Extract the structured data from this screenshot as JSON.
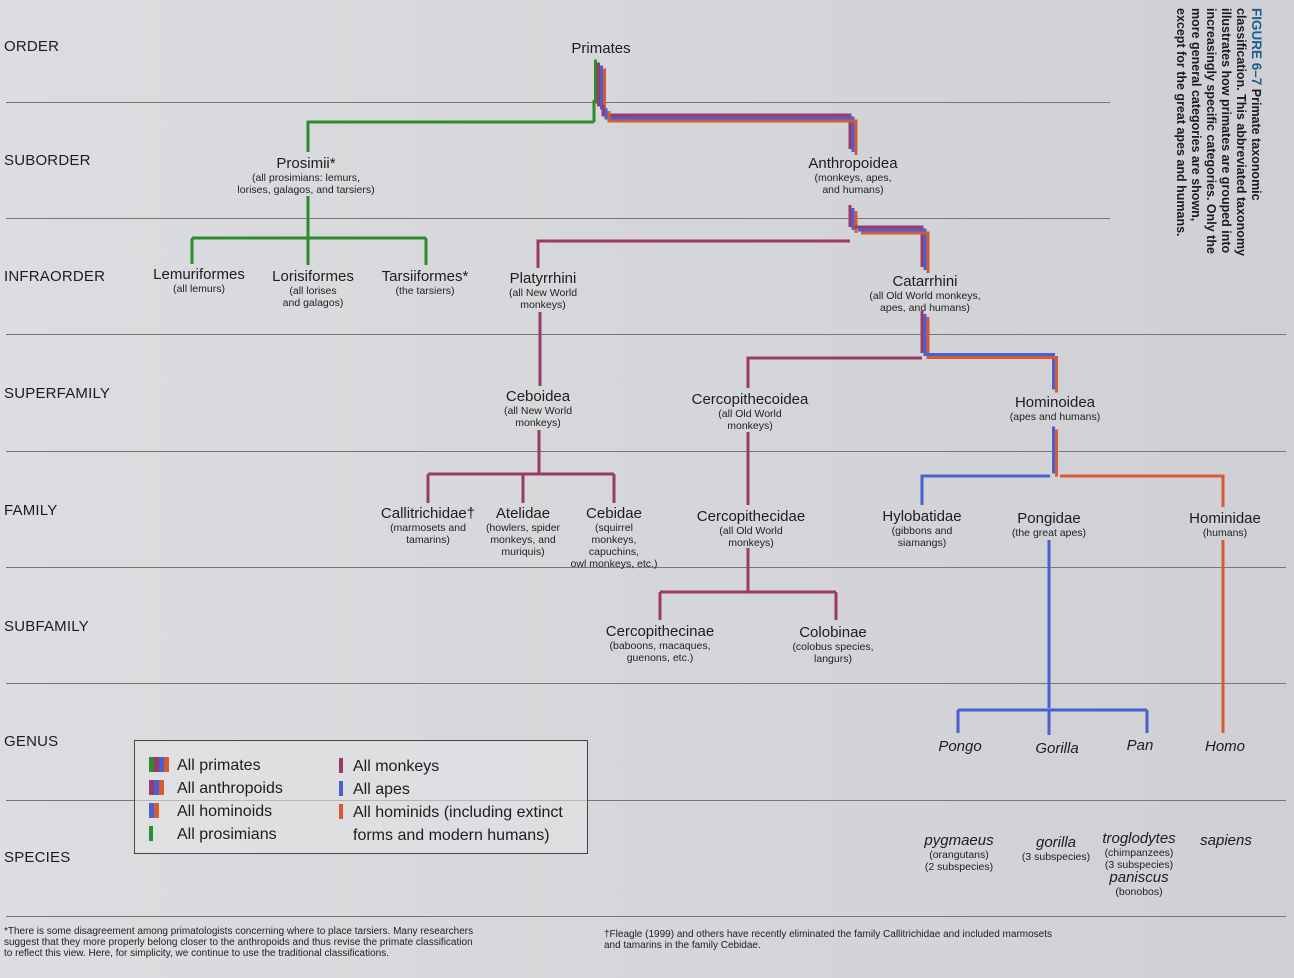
{
  "figure": {
    "label": "FIGURE 6–7",
    "caption": "Primate taxonomic classification. This abbreviated taxonomy illustrates how primates are grouped into increasingly specific categories. Only the more general categories are shown, except for the great apes and humans."
  },
  "ranks": [
    "ORDER",
    "SUBORDER",
    "INFRAORDER",
    "SUPERFAMILY",
    "FAMILY",
    "SUBFAMILY",
    "GENUS",
    "SPECIES"
  ],
  "colors": {
    "green": "#2e8b2e",
    "purple": "#9b3a6a",
    "blue": "#4a5fd0",
    "orange": "#d85a32",
    "rule": "#777777"
  },
  "taxa": {
    "primates": {
      "name": "Primates"
    },
    "prosimii": {
      "name": "Prosimii*",
      "desc": [
        "(all prosimians: lemurs,",
        "lorises, galagos, and tarsiers)"
      ]
    },
    "anthropoidea": {
      "name": "Anthropoidea",
      "desc": [
        "(monkeys, apes,",
        "and humans)"
      ]
    },
    "lemuriformes": {
      "name": "Lemuriformes",
      "desc": [
        "(all lemurs)"
      ]
    },
    "lorisiformes": {
      "name": "Lorisiformes",
      "desc": [
        "(all lorises",
        "and galagos)"
      ]
    },
    "tarsiiformes": {
      "name": "Tarsiiformes*",
      "desc": [
        "(the tarsiers)"
      ]
    },
    "platyrrhini": {
      "name": "Platyrrhini",
      "desc": [
        "(all New World",
        "monkeys)"
      ]
    },
    "catarrhini": {
      "name": "Catarrhini",
      "desc": [
        "(all Old World monkeys,",
        "apes, and humans)"
      ]
    },
    "ceboidea": {
      "name": "Ceboidea",
      "desc": [
        "(all New World",
        "monkeys)"
      ]
    },
    "cercopithecoidea": {
      "name": "Cercopithecoidea",
      "desc": [
        "(all Old World",
        "monkeys)"
      ]
    },
    "hominoidea": {
      "name": "Hominoidea",
      "desc": [
        "(apes and humans)"
      ]
    },
    "callitrichidae": {
      "name": "Callitrichidae†",
      "desc": [
        "(marmosets and",
        "tamarins)"
      ]
    },
    "atelidae": {
      "name": "Atelidae",
      "desc": [
        "(howlers, spider",
        "monkeys, and",
        "muriquis)"
      ]
    },
    "cebidae": {
      "name": "Cebidae",
      "desc": [
        "(squirrel",
        "monkeys,",
        "capuchins,",
        "owl monkeys, etc.)"
      ]
    },
    "cercopithecidae": {
      "name": "Cercopithecidae",
      "desc": [
        "(all Old World",
        "monkeys)"
      ]
    },
    "hylobatidae": {
      "name": "Hylobatidae",
      "desc": [
        "(gibbons and",
        "siamangs)"
      ]
    },
    "pongidae": {
      "name": "Pongidae",
      "desc": [
        "(the great apes)"
      ]
    },
    "hominidae": {
      "name": "Hominidae",
      "desc": [
        "(humans)"
      ]
    },
    "cercopithecinae": {
      "name": "Cercopithecinae",
      "desc": [
        "(baboons, macaques,",
        "guenons, etc.)"
      ]
    },
    "colobinae": {
      "name": "Colobinae",
      "desc": [
        "(colobus species,",
        "langurs)"
      ]
    },
    "pongo": {
      "name": "Pongo"
    },
    "gorilla_g": {
      "name": "Gorilla"
    },
    "pan": {
      "name": "Pan"
    },
    "homo": {
      "name": "Homo"
    },
    "pygmaeus": {
      "name": "pygmaeus",
      "desc": [
        "(orangutans)",
        "(2 subspecies)"
      ]
    },
    "gorilla_s": {
      "name": "gorilla",
      "desc": [
        "(3 subspecies)"
      ]
    },
    "troglodytes": {
      "name": "troglodytes",
      "desc": [
        "(chimpanzees)",
        "(3 subspecies)"
      ]
    },
    "paniscus": {
      "name": "paniscus",
      "desc": [
        "(bonobos)"
      ]
    },
    "sapiens": {
      "name": "sapiens"
    }
  },
  "legend": [
    {
      "key": "all-primates",
      "label": "All primates",
      "colors": [
        "#2e8b2e",
        "#9b3a6a",
        "#4a5fd0",
        "#d85a32"
      ]
    },
    {
      "key": "all-anthropoids",
      "label": "All anthropoids",
      "colors": [
        "#9b3a6a",
        "#4a5fd0",
        "#d85a32"
      ]
    },
    {
      "key": "all-hominoids",
      "label": "All hominoids",
      "colors": [
        "#4a5fd0",
        "#d85a32"
      ]
    },
    {
      "key": "all-prosimians",
      "label": "All prosimians",
      "colors": [
        "#2e8b2e"
      ]
    },
    {
      "key": "all-monkeys",
      "label": "All monkeys",
      "colors": [
        "#9b3a6a"
      ]
    },
    {
      "key": "all-apes",
      "label": "All apes",
      "colors": [
        "#4a5fd0"
      ]
    },
    {
      "key": "all-hominids",
      "label": "All hominids (including extinct",
      "label2": "forms and modern humans)",
      "colors": [
        "#d85a32"
      ]
    }
  ],
  "footnotes": {
    "tarsier": [
      "*There is some disagreement among primatologists concerning where to place tarsiers. Many researchers",
      "suggest that they more properly belong closer to the anthropoids and thus revise the primate classification",
      "to reflect this view. Here, for simplicity, we continue to use the traditional classifications."
    ],
    "fleagle": [
      "†Fleagle (1999) and others have recently eliminated the family Callitrichidae and included marmosets",
      "and tamarins in the family Cebidae."
    ]
  }
}
